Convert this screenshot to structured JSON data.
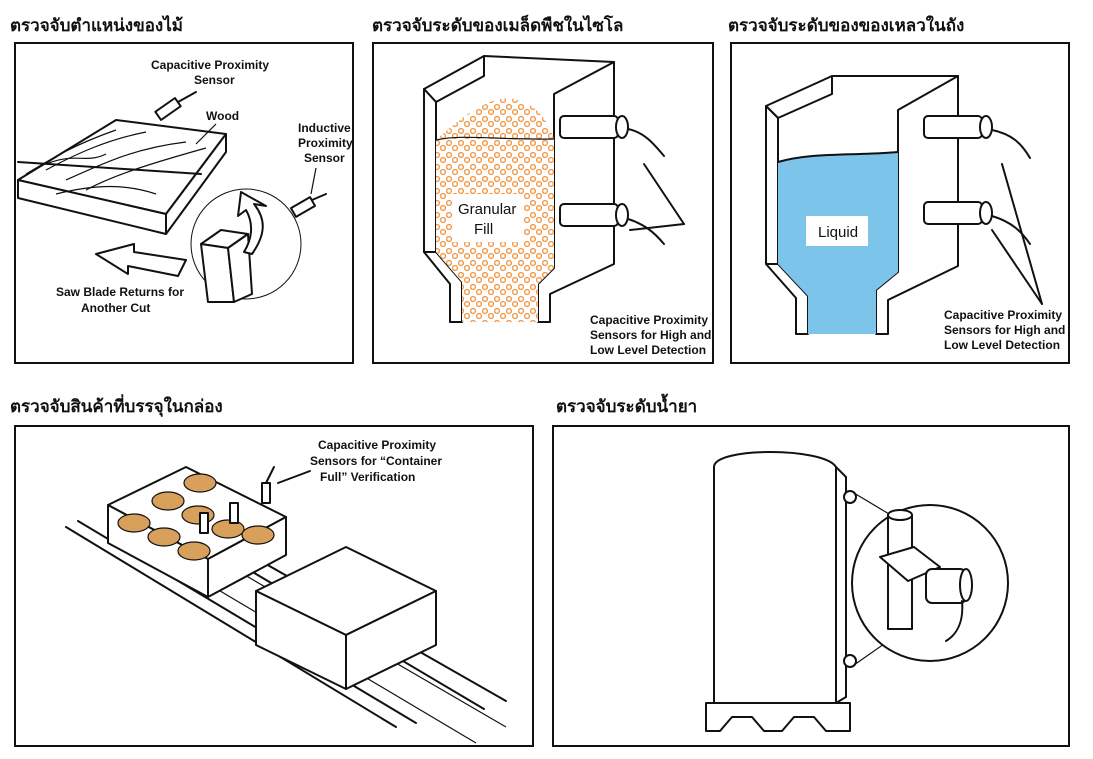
{
  "panels": {
    "wood": {
      "title": "ตรวจจับตำแหน่งของไม้",
      "labels": {
        "capacitive_line1": "Capacitive Proximity",
        "capacitive_line2": "Sensor",
        "wood": "Wood",
        "inductive_line1": "Inductive",
        "inductive_line2": "Proximity",
        "inductive_line3": "Sensor",
        "saw_line1": "Saw Blade Returns for",
        "saw_line2": "Another Cut"
      }
    },
    "silo": {
      "title": "ตรวจจับระดับของเมล็ดพืชในไซโล",
      "labels": {
        "fill_line1": "Granular",
        "fill_line2": "Fill",
        "sensor_line1": "Capacitive Proximity",
        "sensor_line2": "Sensors for High and",
        "sensor_line3": "Low Level Detection"
      }
    },
    "tank": {
      "title": "ตรวจจับระดับของของเหลวในถัง",
      "labels": {
        "liquid": "Liquid",
        "sensor_line1": "Capacitive Proximity",
        "sensor_line2": "Sensors for High and",
        "sensor_line3": "Low Level Detection"
      }
    },
    "box": {
      "title": "ตรวจจับสินค้าที่บรรจุในกล่อง",
      "labels": {
        "sensor_line1": "Capacitive Proximity",
        "sensor_line2": "Sensors for “Container",
        "sensor_line3": "Full” Verification"
      }
    },
    "chemical": {
      "title": "ตรวจจับระดับน้ำยา"
    }
  },
  "colors": {
    "granular": "#f39a4a",
    "liquid": "#7cc4ea"
  }
}
